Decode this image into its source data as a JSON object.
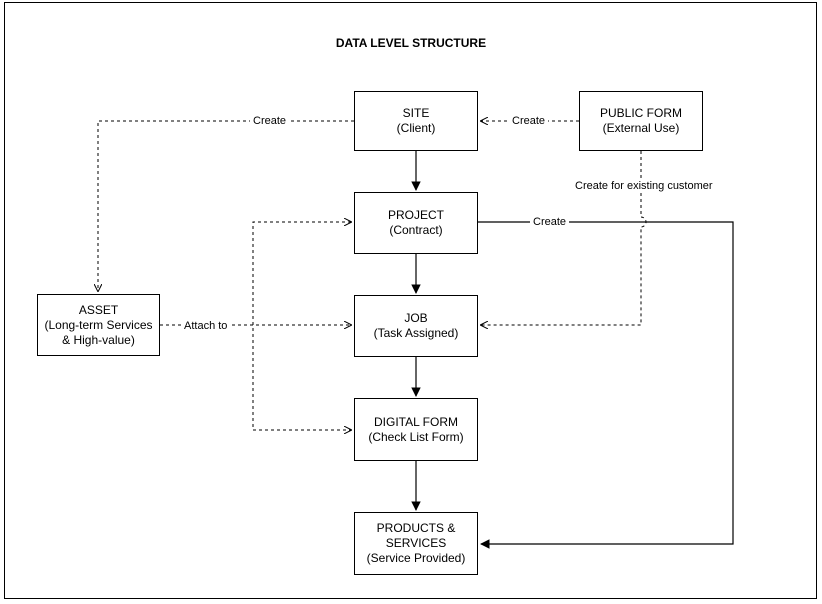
{
  "title": "DATA LEVEL STRUCTURE",
  "nodes": {
    "site": {
      "line1": "SITE",
      "line2": "(Client)"
    },
    "public_form": {
      "line1": "PUBLIC FORM",
      "line2": "(External Use)"
    },
    "project": {
      "line1": "PROJECT",
      "line2": "(Contract)"
    },
    "asset": {
      "line1": "ASSET",
      "line2": "(Long-term Services",
      "line3": "& High-value)"
    },
    "job": {
      "line1": "JOB",
      "line2": "(Task Assigned)"
    },
    "digital_form": {
      "line1": "DIGITAL FORM",
      "line2": "(Check List Form)"
    },
    "products": {
      "line1": "PRODUCTS &",
      "line2": "SERVICES",
      "line3": "(Service Provided)"
    }
  },
  "edges": {
    "site_create_asset": "Create",
    "public_create_site": "Create",
    "public_create_existing": "Create for existing customer",
    "project_create_products": "Create",
    "asset_attach_to": "Attach to"
  }
}
